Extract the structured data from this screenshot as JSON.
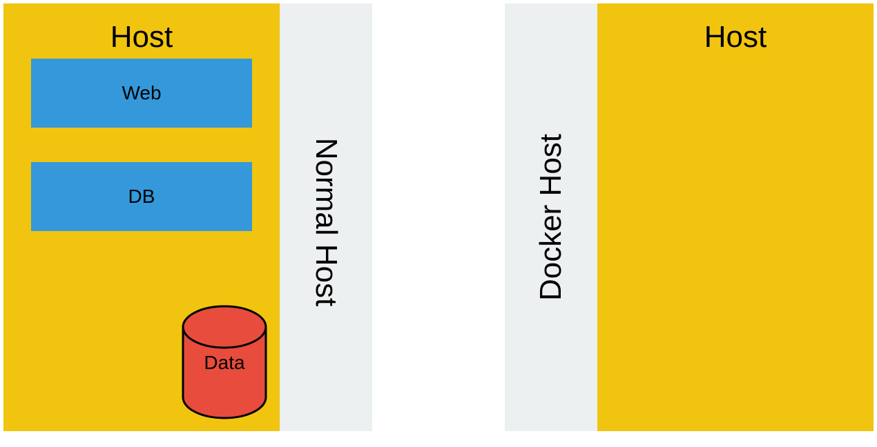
{
  "left_panel": {
    "host_title": "Host",
    "bar_label": "Normal Host",
    "services": [
      {
        "label": "Web"
      },
      {
        "label": "DB"
      }
    ],
    "storage_label": "Data"
  },
  "right_panel": {
    "host_title": "Host",
    "bar_label": "Docker Host"
  },
  "colors": {
    "host": "#f1c40f",
    "bar": "#ecf0f1",
    "service": "#3498db",
    "storage": "#e74c3c"
  }
}
